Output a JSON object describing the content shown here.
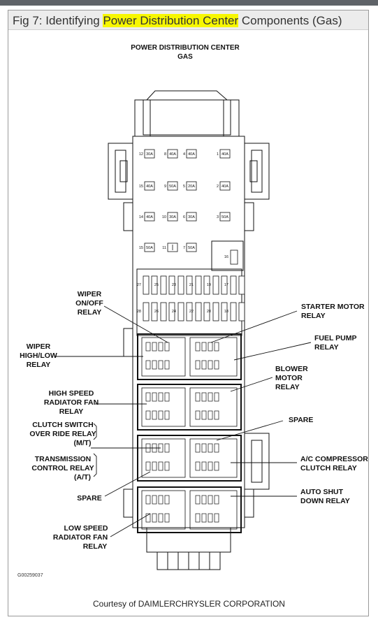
{
  "header": {
    "prefix": "Fig 7: Identifying ",
    "highlight": "Power Distribution Center",
    "suffix": " Components (Gas)"
  },
  "diagram": {
    "title_line1": "POWER DISTRIBUTION CENTER",
    "title_line2": "GAS",
    "code": "G00259037",
    "credit": "Courtesy of DAIMLERCHRYSLER CORPORATION"
  },
  "labels": {
    "wiper_onoff": [
      "WIPER",
      "ON/OFF",
      "RELAY"
    ],
    "wiper_highlow": [
      "WIPER",
      "HIGH/LOW",
      "RELAY"
    ],
    "high_speed_fan": [
      "HIGH SPEED",
      "RADIATOR FAN",
      "RELAY"
    ],
    "clutch_switch": [
      "CLUTCH SWITCH",
      "OVER RIDE RELAY",
      "(M/T)"
    ],
    "transmission": [
      "TRANSMISSION",
      "CONTROL RELAY",
      "(A/T)"
    ],
    "spare_left": [
      "SPARE"
    ],
    "low_speed_fan": [
      "LOW SPEED",
      "RADIATOR FAN",
      "RELAY"
    ],
    "starter_motor": [
      "STARTER MOTOR",
      "RELAY"
    ],
    "fuel_pump": [
      "FUEL PUMP",
      "RELAY"
    ],
    "blower_motor": [
      "BLOWER",
      "MOTOR",
      "RELAY"
    ],
    "spare_right": [
      "SPARE"
    ],
    "ac_compressor": [
      "A/C COMPRESSOR",
      "CLUTCH RELAY"
    ],
    "auto_shutdown": [
      "AUTO SHUT",
      "DOWN RELAY"
    ]
  },
  "fuses": {
    "row1": [
      {
        "num": "12",
        "amp": "30A"
      },
      {
        "num": "8",
        "amp": "40A"
      },
      {
        "num": "4",
        "amp": "40A"
      },
      {
        "num": "1",
        "amp": "40A"
      }
    ],
    "row2": [
      {
        "num": "15",
        "amp": "40A"
      },
      {
        "num": "9",
        "amp": "50A"
      },
      {
        "num": "5",
        "amp": "20A"
      },
      {
        "num": "2",
        "amp": "40A"
      }
    ],
    "row3": [
      {
        "num": "14",
        "amp": "40A"
      },
      {
        "num": "10",
        "amp": "30A"
      },
      {
        "num": "6",
        "amp": "30A"
      },
      {
        "num": "3",
        "amp": "50A"
      }
    ],
    "row4": [
      {
        "num": "15",
        "amp": "50A"
      },
      {
        "num": "11",
        "amp": ""
      },
      {
        "num": "7",
        "amp": "50A"
      }
    ],
    "row4_right": {
      "num": "16"
    },
    "mini_row1": [
      "27",
      "25",
      "23",
      "21",
      "19",
      "17"
    ],
    "mini_row2": [
      "28",
      "26",
      "24",
      "22",
      "20",
      "18"
    ]
  }
}
